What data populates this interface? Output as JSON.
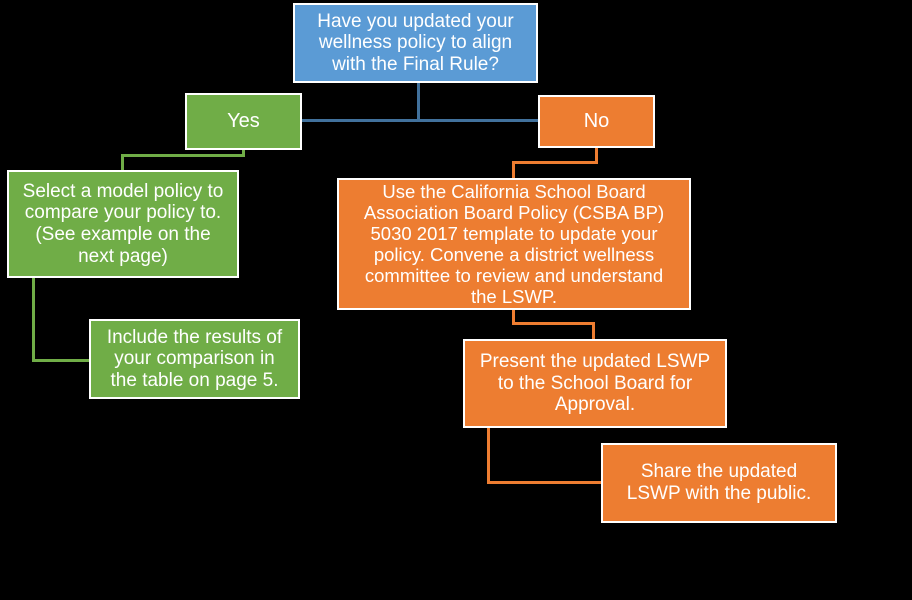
{
  "colors": {
    "background": "#000000",
    "blue_fill": "#5B9BD5",
    "blue_connector": "#41719C",
    "green_fill": "#70AD47",
    "green_connector": "#70AD47",
    "orange_fill": "#ED7D31",
    "orange_connector": "#ED7D31",
    "text": "#FFFFFF",
    "box_border": "#FFFFFF"
  },
  "flowchart": {
    "question": {
      "text": "Have you updated your\nwellness policy to align\nwith the Final Rule?"
    },
    "yes_branch": {
      "decision": "Yes",
      "step_compare": "Select a model policy to\ncompare your policy to.\n(See example on the\nnext page)",
      "step_results": "Include the results of\nyour comparison in\nthe table on page 5."
    },
    "no_branch": {
      "decision": "No",
      "step_template": "Use the California School Board\nAssociation Board Policy (CSBA BP)\n5030 2017 template to update your\npolicy. Convene a district wellness\ncommittee to review and understand\nthe LSWP.",
      "step_present": "Present the updated LSWP\nto the School Board for\nApproval.",
      "step_share": "Share the updated\nLSWP with the public."
    }
  }
}
